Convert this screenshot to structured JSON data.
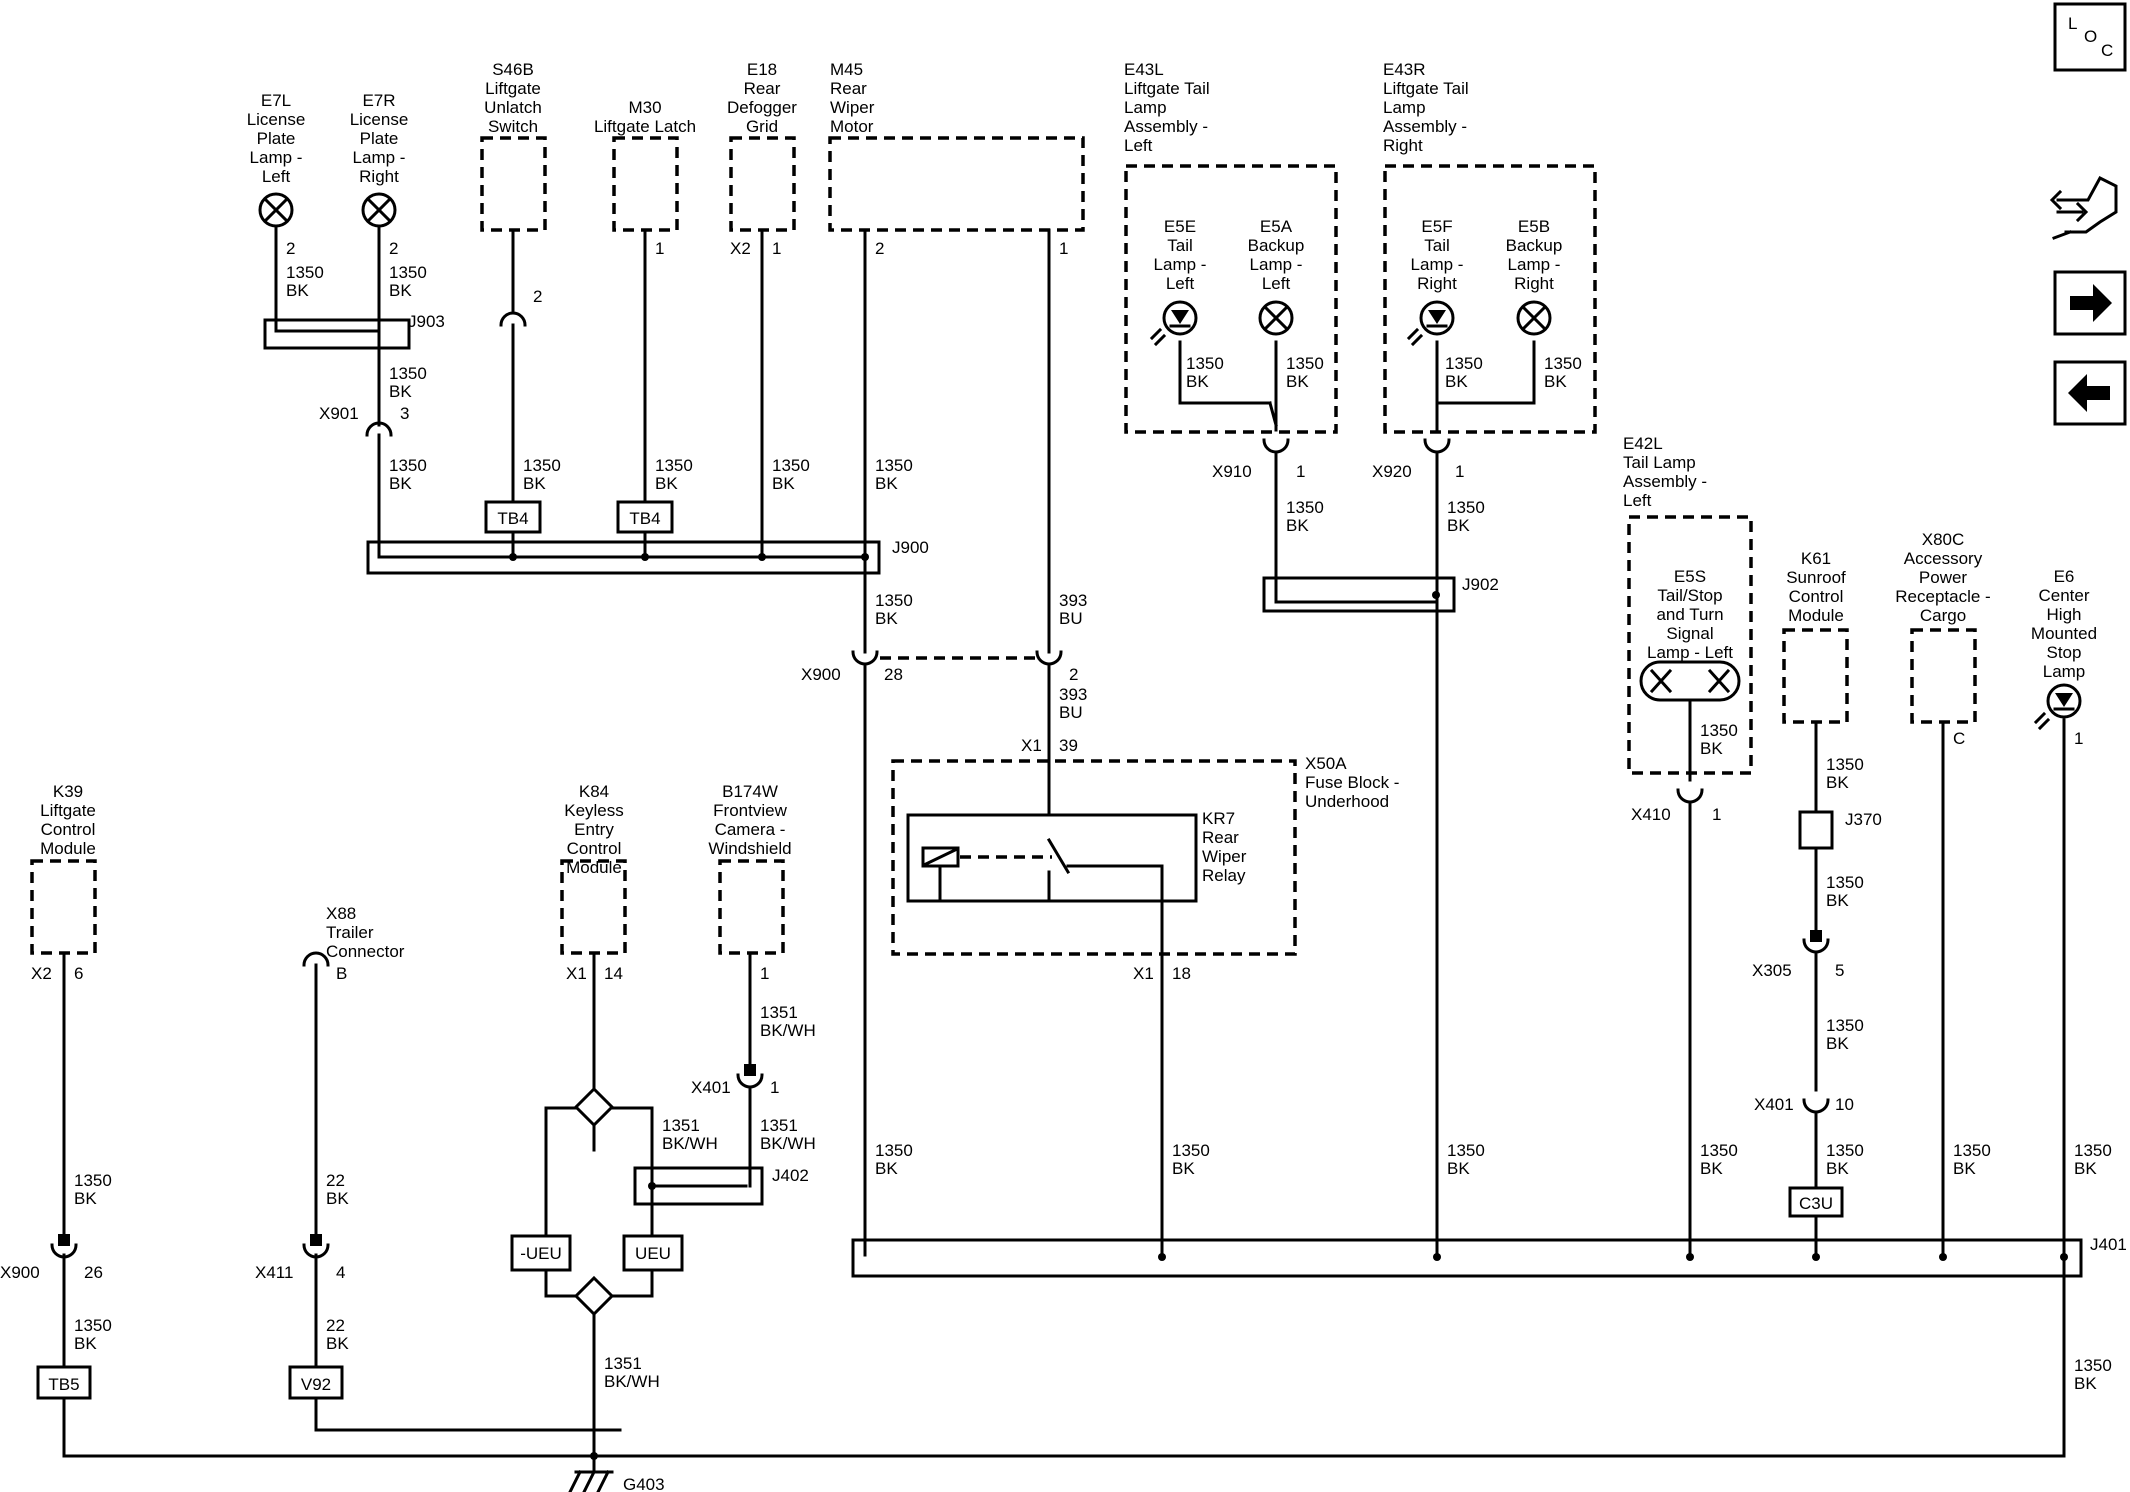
{
  "components": [
    {
      "id": "e7l",
      "name": [
        "E7L",
        "License",
        "Plate",
        "Lamp -",
        "Left"
      ]
    },
    {
      "id": "e7r",
      "name": [
        "E7R",
        "License",
        "Plate",
        "Lamp -",
        "Right"
      ]
    },
    {
      "id": "s46b",
      "name": [
        "S46B",
        "Liftgate",
        "Unlatch",
        "Switch"
      ]
    },
    {
      "id": "m30",
      "name": [
        "M30",
        "Liftgate Latch"
      ]
    },
    {
      "id": "e18",
      "name": [
        "E18",
        "Rear",
        "Defogger",
        "Grid"
      ]
    },
    {
      "id": "m45",
      "name": [
        "M45",
        "Rear",
        "Wiper",
        "Motor"
      ]
    },
    {
      "id": "e43l",
      "name": [
        "E43L",
        "Liftgate Tail",
        "Lamp",
        "Assembly -",
        "Left"
      ]
    },
    {
      "id": "e43r",
      "name": [
        "E43R",
        "Liftgate Tail",
        "Lamp",
        "Assembly -",
        "Right"
      ]
    },
    {
      "id": "e5e",
      "name": [
        "E5E",
        "Tail",
        "Lamp -",
        "Left"
      ]
    },
    {
      "id": "e5a",
      "name": [
        "E5A",
        "Backup",
        "Lamp -",
        "Left"
      ]
    },
    {
      "id": "e5f",
      "name": [
        "E5F",
        "Tail",
        "Lamp -",
        "Right"
      ]
    },
    {
      "id": "e5b",
      "name": [
        "E5B",
        "Backup",
        "Lamp -",
        "Right"
      ]
    },
    {
      "id": "e42l",
      "name": [
        "E42L",
        "Tail Lamp",
        "Assembly -",
        "Left"
      ]
    },
    {
      "id": "e5s",
      "name": [
        "E5S",
        "Tail/Stop",
        "and Turn",
        "Signal",
        "Lamp - Left"
      ]
    },
    {
      "id": "k61",
      "name": [
        "K61",
        "Sunroof",
        "Control",
        "Module"
      ]
    },
    {
      "id": "x80c",
      "name": [
        "X80C",
        "Accessory",
        "Power",
        "Receptacle -",
        "Cargo"
      ]
    },
    {
      "id": "e6",
      "name": [
        "E6",
        "Center",
        "High",
        "Mounted",
        "Stop",
        "Lamp"
      ]
    },
    {
      "id": "k39",
      "name": [
        "K39",
        "Liftgate",
        "Control",
        "Module"
      ]
    },
    {
      "id": "x88",
      "name": [
        "X88",
        "Trailer",
        "Connector"
      ]
    },
    {
      "id": "k84",
      "name": [
        "K84",
        "Keyless",
        "Entry",
        "Control",
        "Module"
      ]
    },
    {
      "id": "b174w",
      "name": [
        "B174W",
        "Frontview",
        "Camera -",
        "Windshield"
      ]
    },
    {
      "id": "x50a",
      "name": [
        "X50A",
        "Fuse Block -",
        "Underhood"
      ]
    },
    {
      "id": "kr7",
      "name": [
        "KR7",
        "Rear",
        "Wiper",
        "Relay"
      ]
    }
  ],
  "splices": {
    "j903": "J903",
    "j900": "J900",
    "j902": "J902",
    "j402": "J402",
    "j370": "J370",
    "j401": "J401"
  },
  "connectors": {
    "x901": "X901",
    "x900": "X900",
    "x910": "X910",
    "x920": "X920",
    "x410": "X410",
    "x305": "X305",
    "x401": "X401",
    "x411": "X411",
    "x1": "X1",
    "x2": "X2"
  },
  "pins": {
    "p1": "1",
    "p2": "2",
    "p3": "3",
    "p4": "4",
    "p5": "5",
    "p6": "6",
    "p10": "10",
    "p14": "14",
    "p18": "18",
    "p26": "26",
    "p28": "28",
    "p39": "39",
    "pB": "B",
    "pC": "C"
  },
  "wires": {
    "g1350": "1350",
    "bk": "BK",
    "g393": "393",
    "bu": "BU",
    "g1351": "1351",
    "bkwh": "BK/WH",
    "g22": "22"
  },
  "tags": {
    "tb4": "TB4",
    "tb5": "TB5",
    "v92": "V92",
    "c3u": "C3U",
    "ueu": "UEU",
    "ueu_neg": "-UEU"
  },
  "ground": "G403",
  "nav": {
    "loc": [
      "L",
      "O",
      "C"
    ],
    "forward_icon": "arrow-right-icon",
    "back_icon": "arrow-left-icon",
    "connector_icon": "connector-tool-icon"
  }
}
